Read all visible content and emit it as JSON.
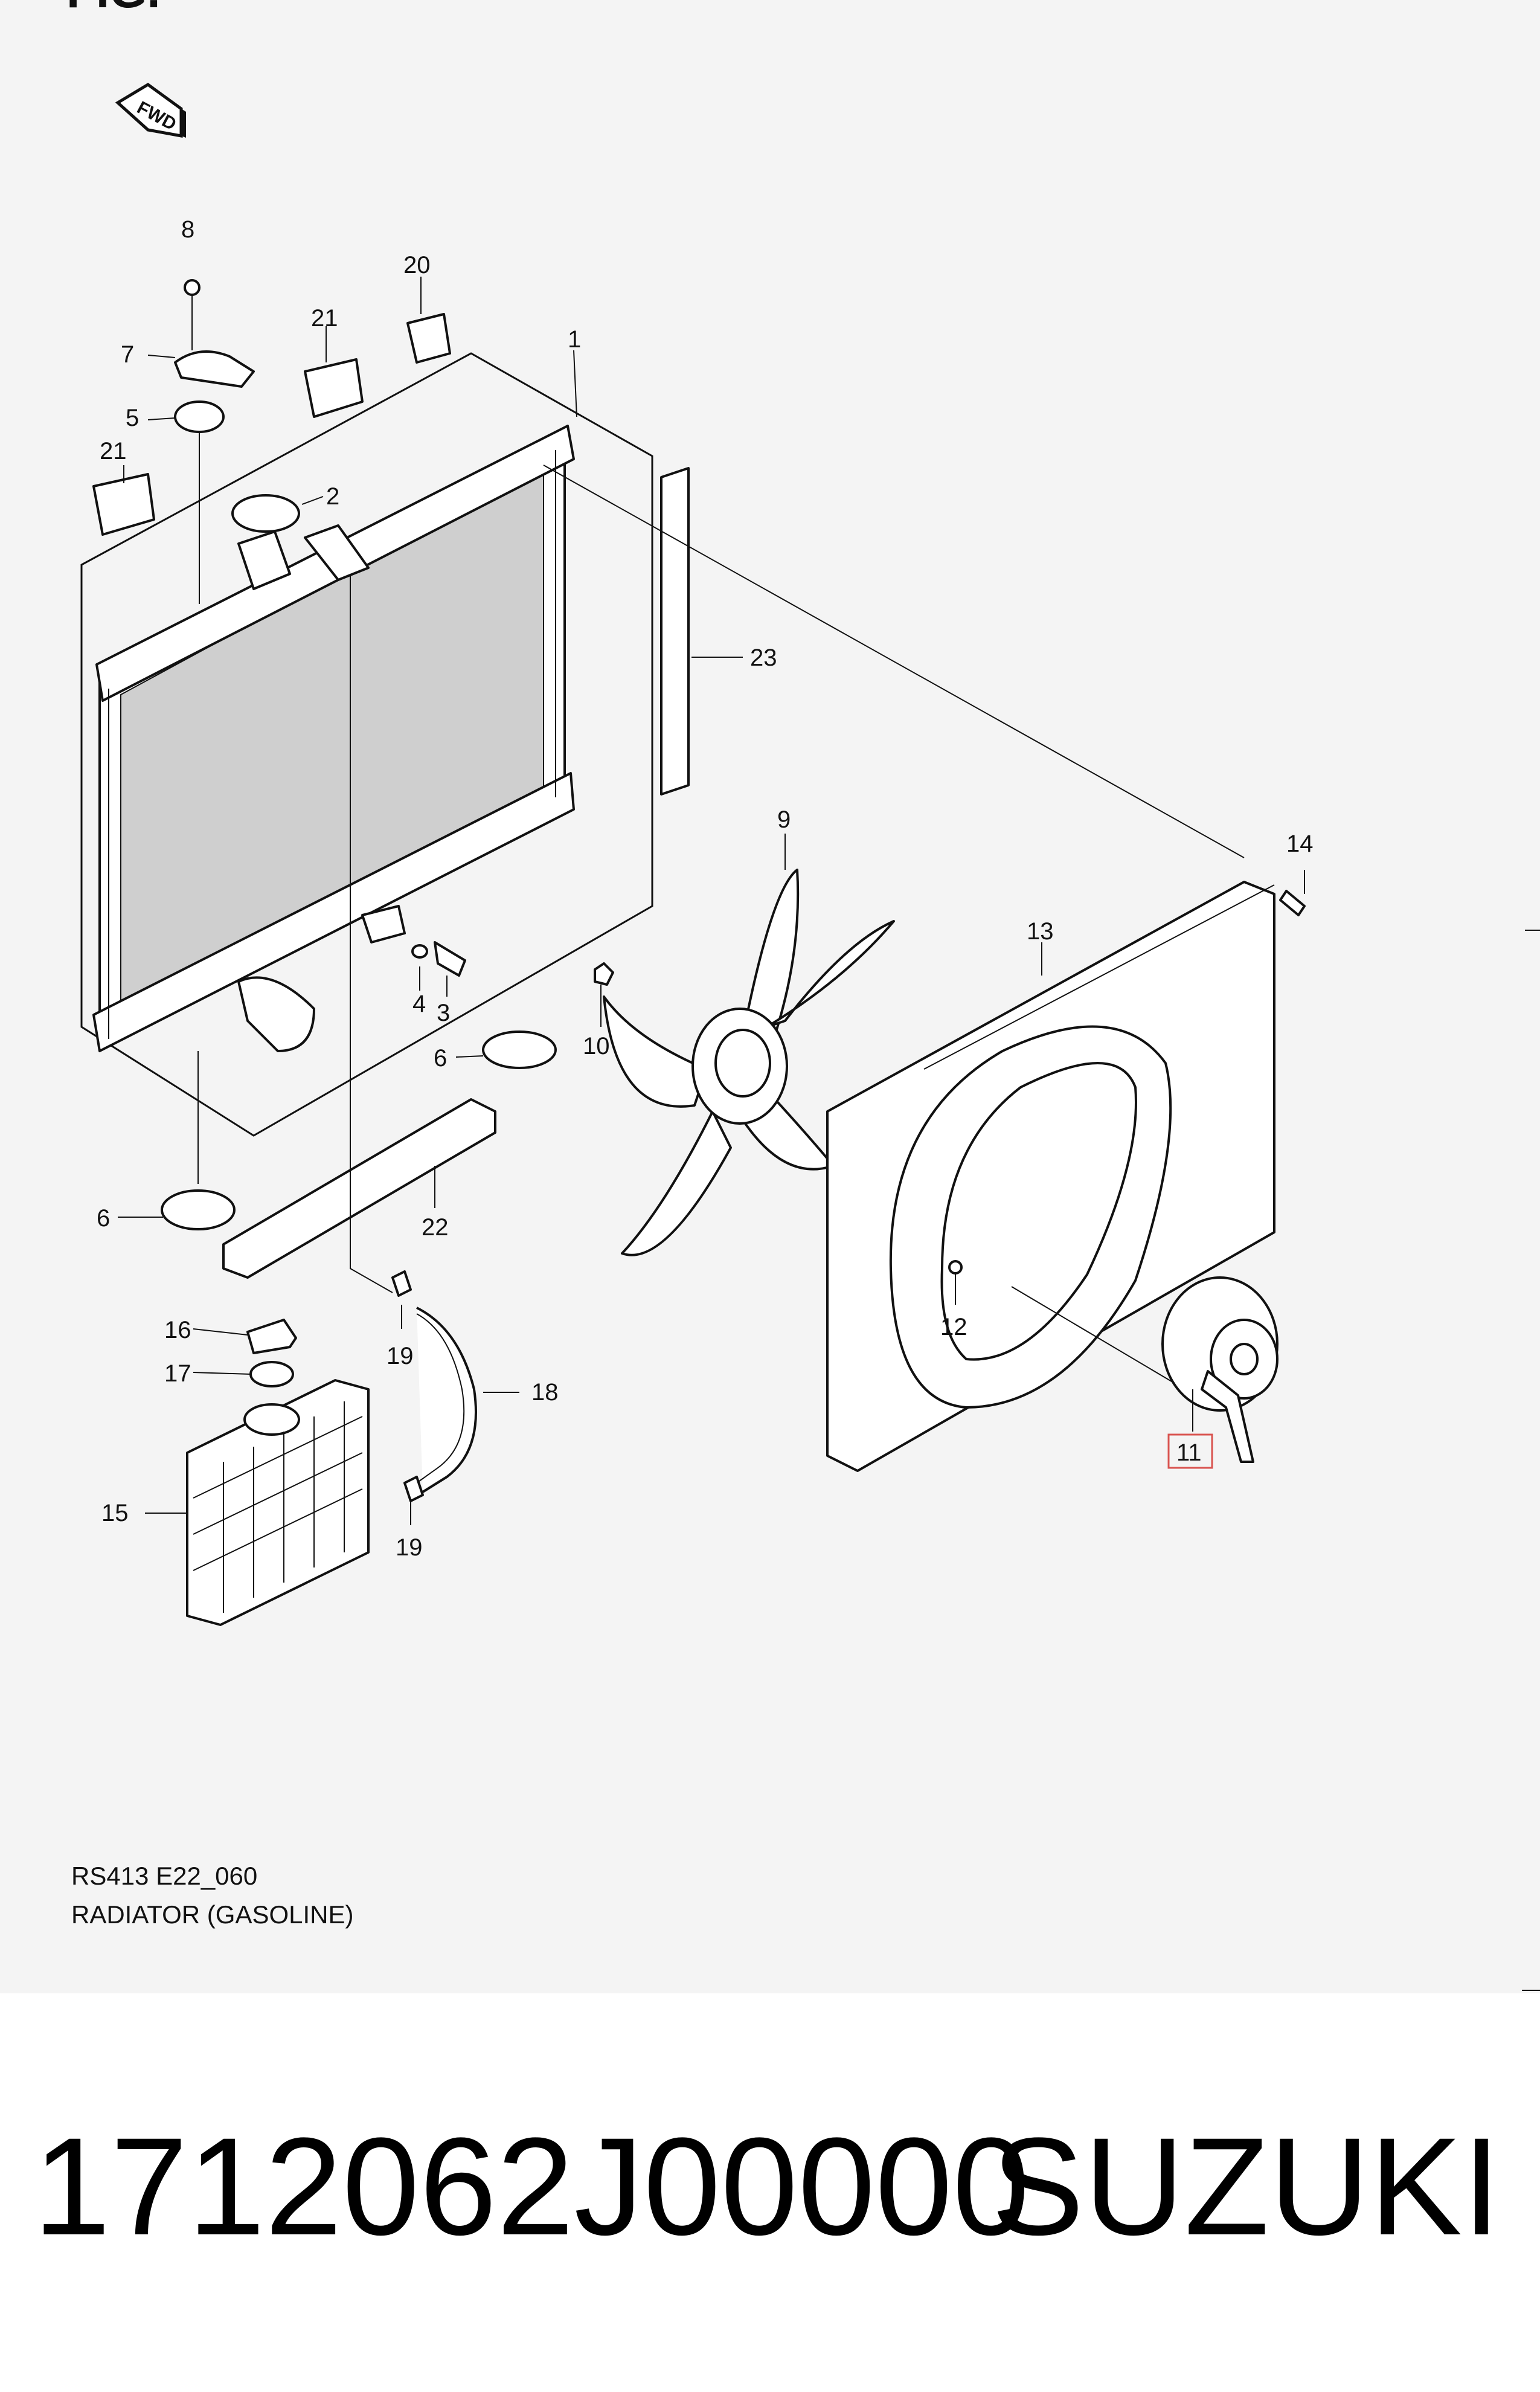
{
  "diagram": {
    "fig_label": "FIG.",
    "fwd_label": "FWD",
    "callouts": [
      "8",
      "20",
      "21",
      "1",
      "7",
      "5",
      "21",
      "2",
      "23",
      "9",
      "14",
      "13",
      "4",
      "3",
      "10",
      "6",
      "6",
      "22",
      "12",
      "16",
      "19",
      "18",
      "17",
      "11",
      "15",
      "19"
    ],
    "highlight_color": "#d9534f"
  },
  "caption": {
    "code": "RS413 E22_060",
    "title": "RADIATOR (GASOLINE)"
  },
  "footer": {
    "part_number": "1712062J00000",
    "brand": "SUZUKI"
  }
}
